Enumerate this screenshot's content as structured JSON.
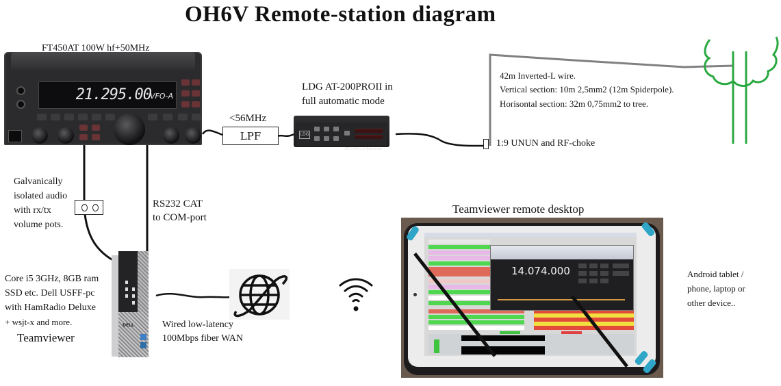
{
  "title": "OH6V Remote-station diagram",
  "radio": {
    "label": "FT450AT 100W hf+50MHz",
    "display_frequency": "21.295.00",
    "display_vfo": "VFO-A"
  },
  "lpf": {
    "cutoff_label": "<56MHz",
    "box_label": "LPF"
  },
  "tuner": {
    "label_line1": "LDG AT-200PROII in",
    "label_line2": "full automatic mode",
    "logo": "LDG",
    "model": "AT-200Pro II Autotuner"
  },
  "antenna": {
    "line1": "42m Inverted-L wire.",
    "line2": "Vertical section: 10m 2,5mm2 (12m Spiderpole).",
    "line3": "Horisontal section: 32m 0,75mm2 to tree.",
    "unun_label": "1:9 UNUN and RF-choke",
    "wire_color": "#808080",
    "tree_color": "#2aa840"
  },
  "audio": {
    "line1": "Galvanically",
    "line2": "isolated audio",
    "line3": "with rx/tx",
    "line4": "volume pots."
  },
  "cat": {
    "line1": "RS232 CAT",
    "line2": "to COM-port"
  },
  "pc": {
    "line1": "Core i5 3GHz, 8GB ram",
    "line2": "SSD etc. Dell USFF-pc",
    "line3": "with HamRadio Deluxe",
    "line4": "+ wsjt-x and more.",
    "software": "Teamviewer",
    "brand": "DELL"
  },
  "wan": {
    "line1": "Wired low-latency",
    "line2": "100Mbps fiber WAN",
    "icon": "globe-icon"
  },
  "wireless": {
    "icon": "wifi-icon"
  },
  "remote": {
    "title": "Teamviewer remote desktop",
    "screen_frequency": "14.074.000",
    "clip_color": "#2fa5c7"
  },
  "device": {
    "line1": "Android tablet /",
    "line2": "phone, laptop or",
    "line3": "other device.."
  }
}
